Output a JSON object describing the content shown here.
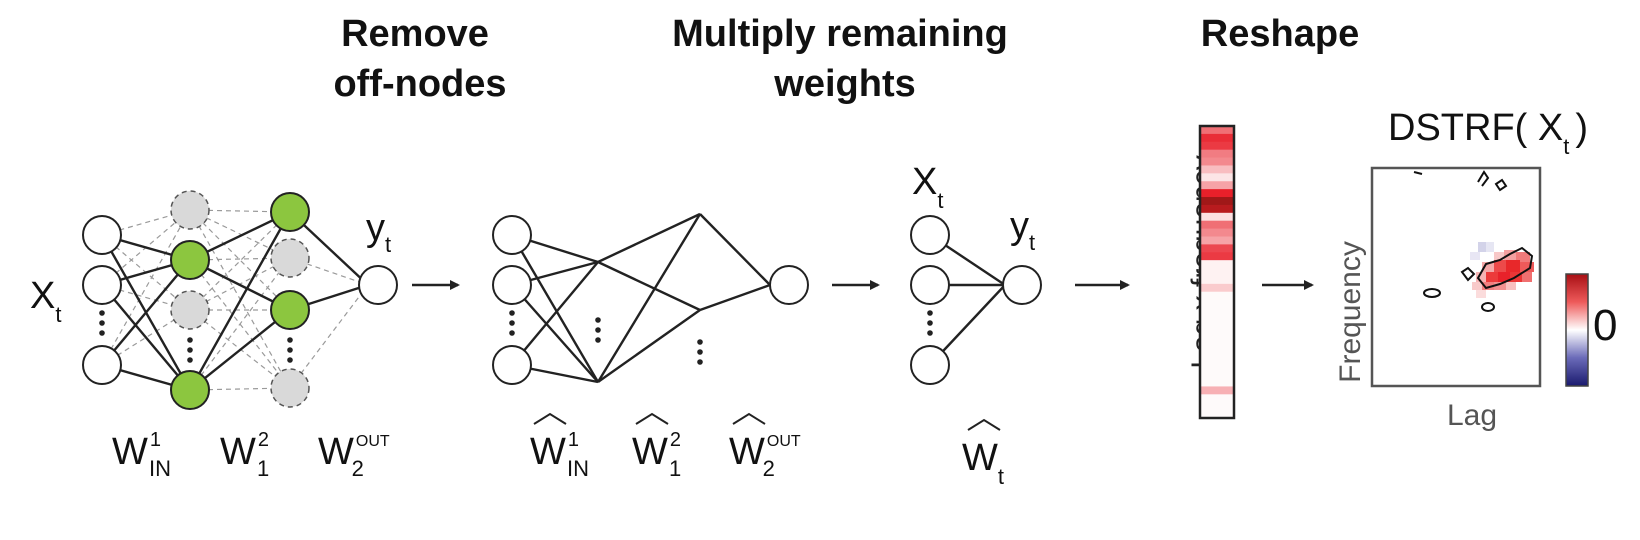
{
  "titles": {
    "remove": [
      "Remove",
      "off-nodes"
    ],
    "multiply": [
      "Multiply remaining",
      "weights"
    ],
    "reshape": "Reshape"
  },
  "labels": {
    "input": {
      "base": "X",
      "sub": "t"
    },
    "output": {
      "base": "y",
      "sub": "t"
    },
    "weights_left": [
      {
        "base": "W",
        "sup": "1",
        "sub": "IN"
      },
      {
        "base": "W",
        "sup": "2",
        "sub": "1"
      },
      {
        "base": "W",
        "sup": "OUT",
        "sub": "2"
      }
    ],
    "weights_hat": [
      {
        "base": "W",
        "sup": "1",
        "sub": "IN"
      },
      {
        "base": "W",
        "sup": "2",
        "sub": "1"
      },
      {
        "base": "W",
        "sup": "OUT",
        "sub": "2"
      }
    ],
    "weight_linear": {
      "base": "W",
      "sub": "t"
    },
    "vector_label": "Lag x frequency",
    "dstrf_title": {
      "pre": "DSTRF( X",
      "sub": "t",
      "post": ")"
    },
    "dstrf_xlabel": "Lag",
    "dstrf_ylabel": "Frequency",
    "colorbar_tick": "0"
  },
  "colors": {
    "on_node": "#8cc63f",
    "off_node": "#d9d9d9",
    "red": "#e8202a",
    "dark_red": "#a01818",
    "blue": "#2a2a8a"
  },
  "vector_cells": [
    0.55,
    0.8,
    0.75,
    0.5,
    0.45,
    0.25,
    0.1,
    0.35,
    0.85,
    1.0,
    0.95,
    0.12,
    0.55,
    0.45,
    0.35,
    0.7,
    0.75,
    0.05,
    0.05,
    0.05,
    0.2,
    0.02,
    0.02,
    0.02,
    0.02,
    0.02,
    0.02,
    0.02,
    0.02,
    0.02,
    0.02,
    0.02,
    0.02,
    0.3,
    0.02,
    0.02,
    0.02
  ]
}
